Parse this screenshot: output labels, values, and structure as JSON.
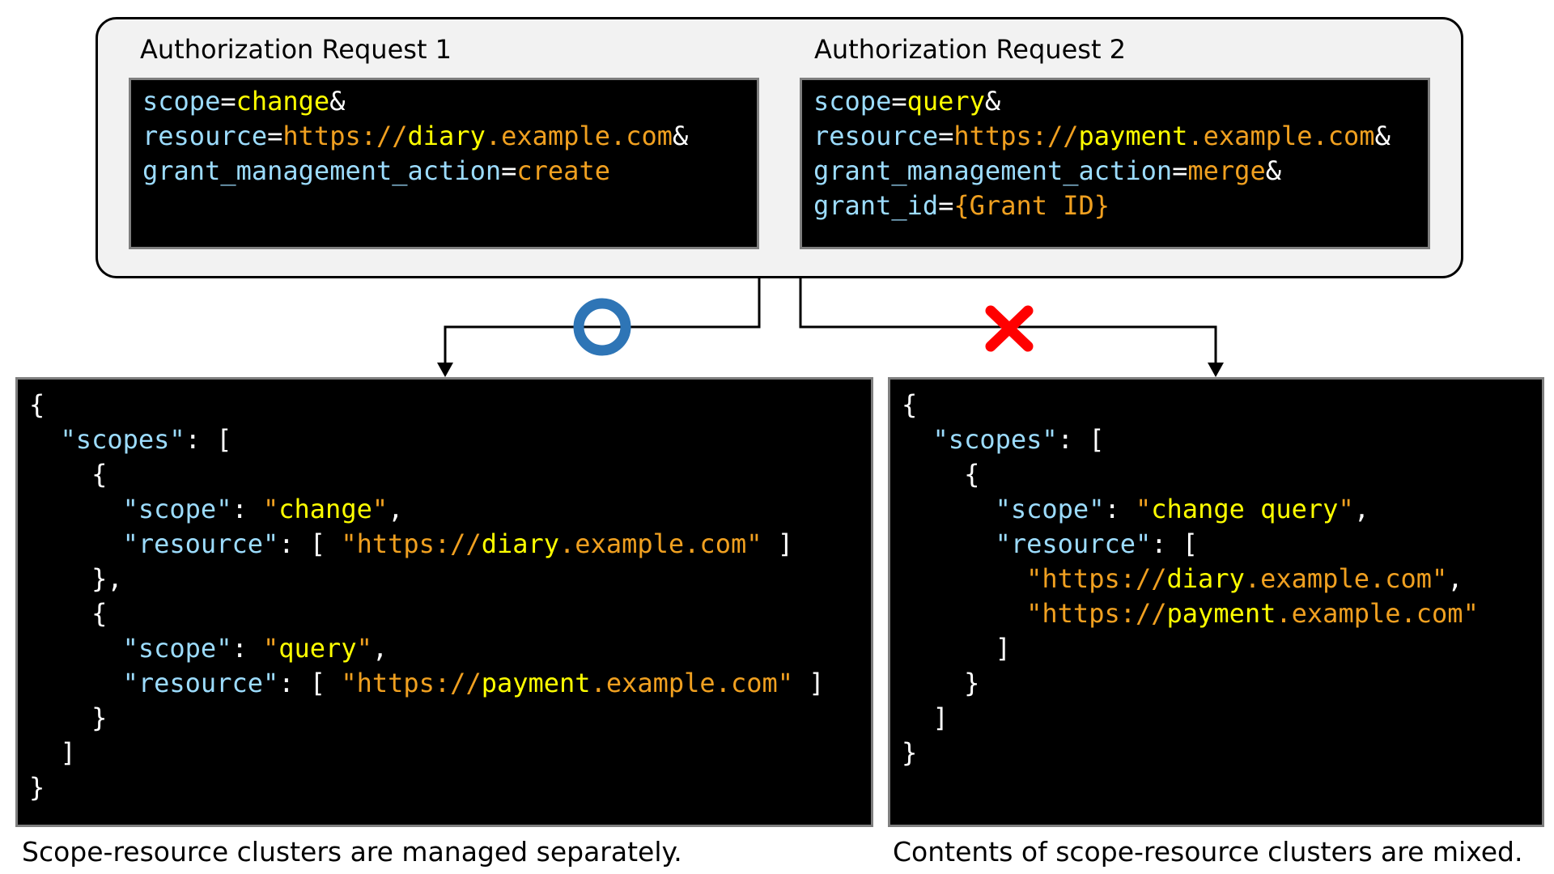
{
  "colors": {
    "key": "#9cdcfe",
    "value": "#ffff00",
    "url": "#f0a020",
    "punct": "#ffffff",
    "circle": "#2e75b6",
    "cross": "#ff0000"
  },
  "request1": {
    "title": "Authorization Request 1",
    "lines": [
      [
        {
          "t": "scope",
          "c": "key"
        },
        {
          "t": "=",
          "c": "punct"
        },
        {
          "t": "change",
          "c": "value"
        },
        {
          "t": "&",
          "c": "punct"
        }
      ],
      [
        {
          "t": "resource",
          "c": "key"
        },
        {
          "t": "=",
          "c": "punct"
        },
        {
          "t": "https://",
          "c": "url"
        },
        {
          "t": "diary",
          "c": "value"
        },
        {
          "t": ".example.com",
          "c": "url"
        },
        {
          "t": "&",
          "c": "punct"
        }
      ],
      [
        {
          "t": "grant_management_action",
          "c": "key"
        },
        {
          "t": "=",
          "c": "punct"
        },
        {
          "t": "create",
          "c": "url"
        }
      ]
    ]
  },
  "request2": {
    "title": "Authorization Request 2",
    "lines": [
      [
        {
          "t": "scope",
          "c": "key"
        },
        {
          "t": "=",
          "c": "punct"
        },
        {
          "t": "query",
          "c": "value"
        },
        {
          "t": "&",
          "c": "punct"
        }
      ],
      [
        {
          "t": "resource",
          "c": "key"
        },
        {
          "t": "=",
          "c": "punct"
        },
        {
          "t": "https://",
          "c": "url"
        },
        {
          "t": "payment",
          "c": "value"
        },
        {
          "t": ".example.com",
          "c": "url"
        },
        {
          "t": "&",
          "c": "punct"
        }
      ],
      [
        {
          "t": "grant_management_action",
          "c": "key"
        },
        {
          "t": "=",
          "c": "punct"
        },
        {
          "t": "merge",
          "c": "url"
        },
        {
          "t": "&",
          "c": "punct"
        }
      ],
      [
        {
          "t": "grant_id",
          "c": "key"
        },
        {
          "t": "=",
          "c": "punct"
        },
        {
          "t": "{Grant ID}",
          "c": "url"
        }
      ]
    ]
  },
  "left_result": {
    "caption": "Scope-resource clusters are managed separately.",
    "lines": [
      [
        {
          "t": "{",
          "c": "punct"
        }
      ],
      [
        {
          "t": "  ",
          "c": "punct"
        },
        {
          "t": "\"scopes\"",
          "c": "key"
        },
        {
          "t": ": [",
          "c": "punct"
        }
      ],
      [
        {
          "t": "    {",
          "c": "punct"
        }
      ],
      [
        {
          "t": "      ",
          "c": "punct"
        },
        {
          "t": "\"scope\"",
          "c": "key"
        },
        {
          "t": ": ",
          "c": "punct"
        },
        {
          "t": "\"",
          "c": "url"
        },
        {
          "t": "change",
          "c": "value"
        },
        {
          "t": "\"",
          "c": "url"
        },
        {
          "t": ",",
          "c": "punct"
        }
      ],
      [
        {
          "t": "      ",
          "c": "punct"
        },
        {
          "t": "\"resource\"",
          "c": "key"
        },
        {
          "t": ": [ ",
          "c": "punct"
        },
        {
          "t": "\"https://",
          "c": "url"
        },
        {
          "t": "diary",
          "c": "value"
        },
        {
          "t": ".example.com\"",
          "c": "url"
        },
        {
          "t": " ]",
          "c": "punct"
        }
      ],
      [
        {
          "t": "    },",
          "c": "punct"
        }
      ],
      [
        {
          "t": "    {",
          "c": "punct"
        }
      ],
      [
        {
          "t": "      ",
          "c": "punct"
        },
        {
          "t": "\"scope\"",
          "c": "key"
        },
        {
          "t": ": ",
          "c": "punct"
        },
        {
          "t": "\"",
          "c": "url"
        },
        {
          "t": "query",
          "c": "value"
        },
        {
          "t": "\"",
          "c": "url"
        },
        {
          "t": ",",
          "c": "punct"
        }
      ],
      [
        {
          "t": "      ",
          "c": "punct"
        },
        {
          "t": "\"resource\"",
          "c": "key"
        },
        {
          "t": ": [ ",
          "c": "punct"
        },
        {
          "t": "\"https://",
          "c": "url"
        },
        {
          "t": "payment",
          "c": "value"
        },
        {
          "t": ".example.com\"",
          "c": "url"
        },
        {
          "t": " ]",
          "c": "punct"
        }
      ],
      [
        {
          "t": "    }",
          "c": "punct"
        }
      ],
      [
        {
          "t": "  ]",
          "c": "punct"
        }
      ],
      [
        {
          "t": "}",
          "c": "punct"
        }
      ]
    ]
  },
  "right_result": {
    "caption": "Contents of scope-resource clusters are mixed.",
    "lines": [
      [
        {
          "t": "{",
          "c": "punct"
        }
      ],
      [
        {
          "t": "  ",
          "c": "punct"
        },
        {
          "t": "\"scopes\"",
          "c": "key"
        },
        {
          "t": ": [",
          "c": "punct"
        }
      ],
      [
        {
          "t": "    {",
          "c": "punct"
        }
      ],
      [
        {
          "t": "      ",
          "c": "punct"
        },
        {
          "t": "\"scope\"",
          "c": "key"
        },
        {
          "t": ": ",
          "c": "punct"
        },
        {
          "t": "\"",
          "c": "url"
        },
        {
          "t": "change query",
          "c": "value"
        },
        {
          "t": "\"",
          "c": "url"
        },
        {
          "t": ",",
          "c": "punct"
        }
      ],
      [
        {
          "t": "      ",
          "c": "punct"
        },
        {
          "t": "\"resource\"",
          "c": "key"
        },
        {
          "t": ": [",
          "c": "punct"
        }
      ],
      [
        {
          "t": "        ",
          "c": "punct"
        },
        {
          "t": "\"https://",
          "c": "url"
        },
        {
          "t": "diary",
          "c": "value"
        },
        {
          "t": ".example.com\"",
          "c": "url"
        },
        {
          "t": ",",
          "c": "punct"
        }
      ],
      [
        {
          "t": "        ",
          "c": "punct"
        },
        {
          "t": "\"https://",
          "c": "url"
        },
        {
          "t": "payment",
          "c": "value"
        },
        {
          "t": ".example.com\"",
          "c": "url"
        }
      ],
      [
        {
          "t": "      ]",
          "c": "punct"
        }
      ],
      [
        {
          "t": "    }",
          "c": "punct"
        }
      ],
      [
        {
          "t": "  ]",
          "c": "punct"
        }
      ],
      [
        {
          "t": "}",
          "c": "punct"
        }
      ]
    ]
  }
}
